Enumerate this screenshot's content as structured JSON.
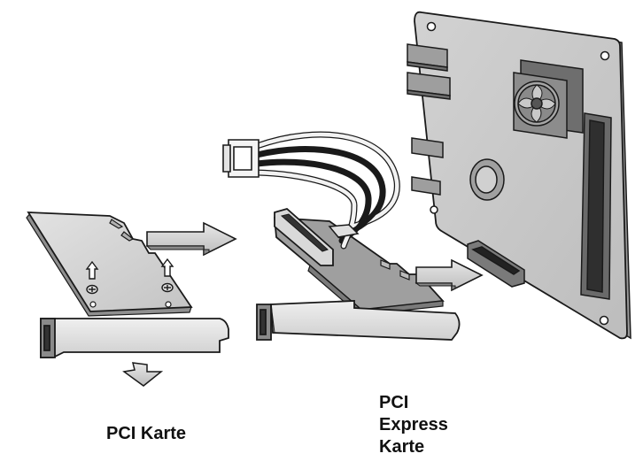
{
  "labels": {
    "pci_card": "PCI Karte",
    "pcie_card": [
      "PCI",
      "Express",
      "Karte"
    ]
  },
  "colors": {
    "board": "#c8c8c8",
    "board_dark": "#a8a8a8",
    "outline": "#1a1a1a",
    "card_light": "#d6d6d6",
    "card_mid": "#9c9c9c",
    "cable_white": "#f2f2f2",
    "cable_black": "#1a1a1a"
  },
  "icons": {
    "fan": "fan-icon",
    "arrow": "arrow-icon",
    "screw": "screw-icon"
  }
}
